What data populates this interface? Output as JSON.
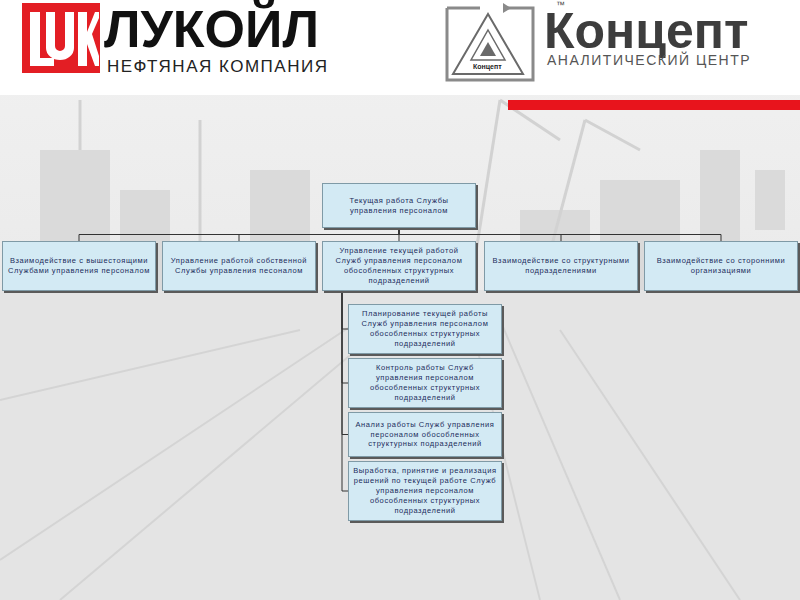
{
  "diagram": {
    "nodes": [
      {
        "text": [
          "Текущая работа Службы управления персоналом"
        ]
      },
      {
        "text": [
          "Взаимодействие с вышестоящими Службами управления персоналом"
        ]
      },
      {
        "text": [
          "Управление работой собственной Службы управления песоналом"
        ]
      },
      {
        "text": [
          "Управление текущей работой Служб управления персоналом обособленных структурных подразделений"
        ]
      },
      {
        "text": [
          "Взаимодействие со структурными подразделениями"
        ]
      },
      {
        "text": [
          "Взаимодействие со сторонними организациями"
        ]
      },
      {
        "text": [
          "Планирование текущей работы Служб управления персоналом обособленных структурных подразделений"
        ]
      },
      {
        "text": [
          "Контроль работы Служб управления персоналом обособленных структурных подразделений"
        ]
      },
      {
        "text": [
          "Анализ работы Служб управления персоналом обособленных структурных подразделений"
        ]
      },
      {
        "text": [
          "Выработка, принятие и реализация решений по текущей работе Служб управления персоналом обособленных структурных подразделений"
        ]
      }
    ],
    "edges": [
      {
        "from": 0,
        "to": 1,
        "arrow": "none"
      },
      {
        "from": 0,
        "to": 2,
        "arrow": "none"
      },
      {
        "from": 0,
        "to": 3,
        "arrow": "none"
      },
      {
        "from": 0,
        "to": 4,
        "arrow": "none"
      },
      {
        "from": 0,
        "to": 5,
        "arrow": "none"
      },
      {
        "from": 3,
        "to": 6,
        "arrow": "none"
      },
      {
        "from": 3,
        "to": 7,
        "arrow": "none"
      },
      {
        "from": 3,
        "to": 8,
        "arrow": "none"
      },
      {
        "from": 3,
        "to": 9,
        "arrow": "none"
      }
    ],
    "labels": [
      "ЛУКОЙЛ",
      "НЕФТЯНАЯ КОМПАНИЯ",
      "Концепт",
      "™",
      "Концепт",
      "АНАЛИТИЧЕСКИЙ ЦЕНТР"
    ]
  }
}
